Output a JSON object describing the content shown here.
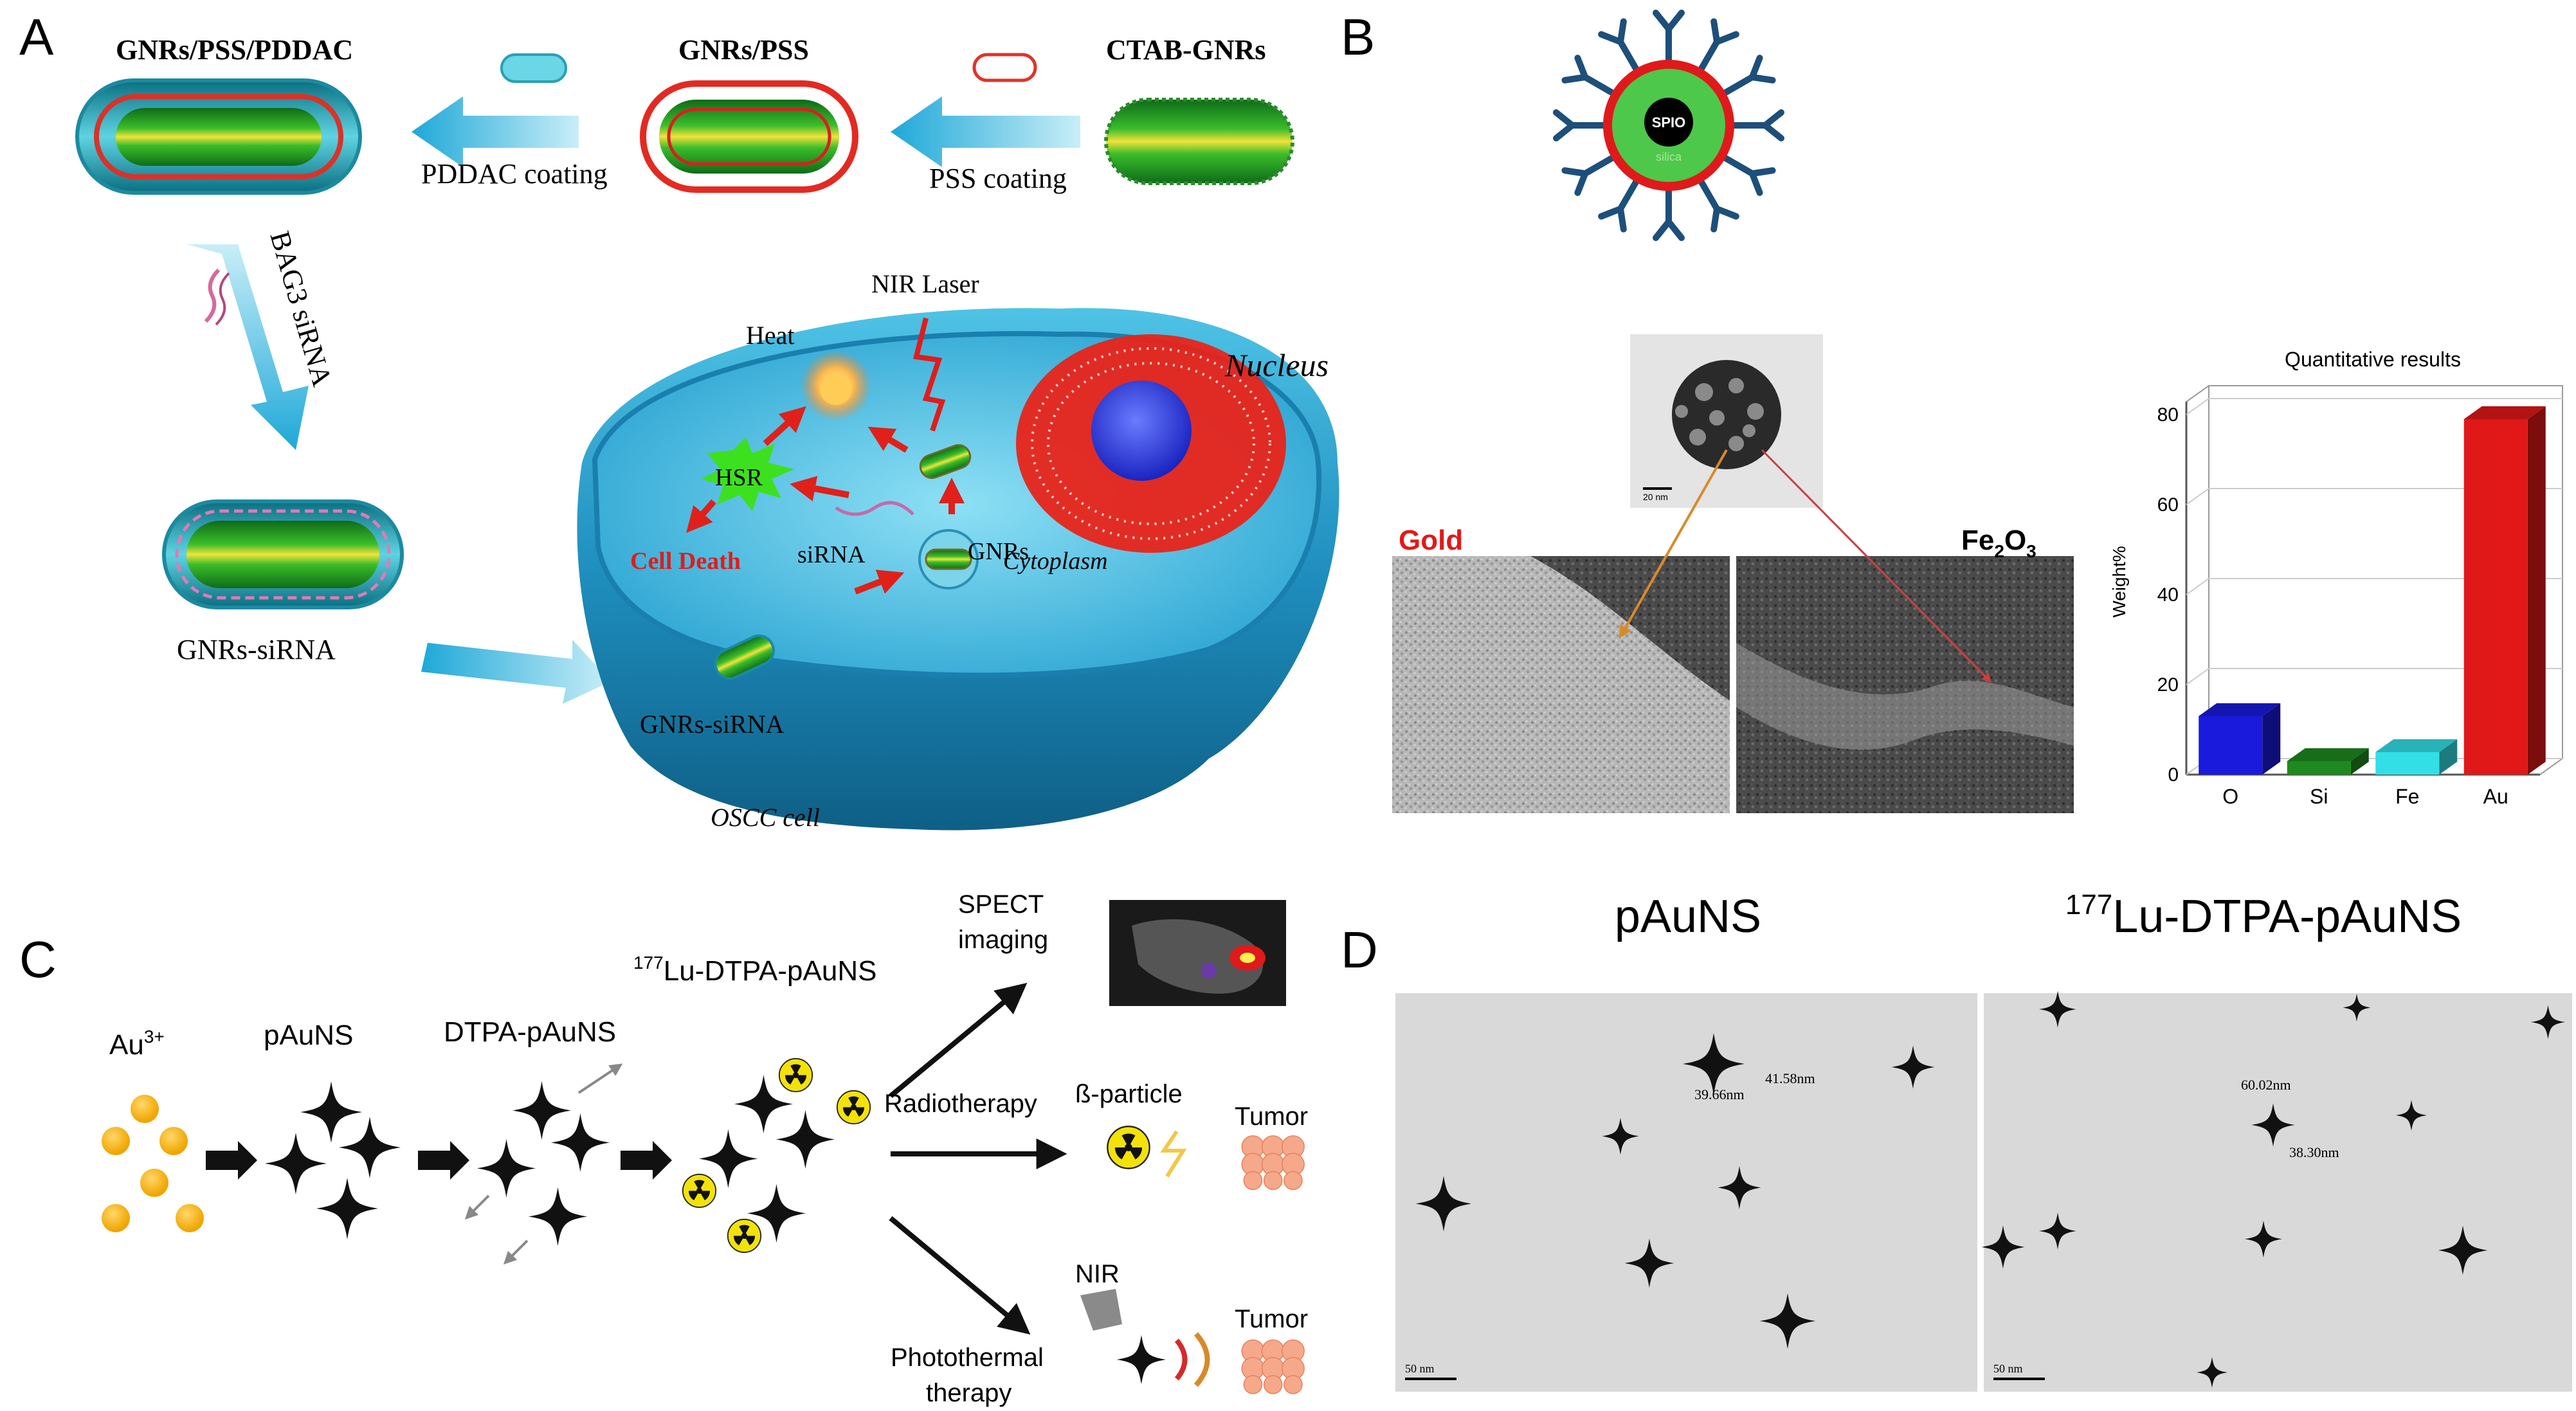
{
  "panel_a": {
    "letter": "A",
    "label_gnrs_pss_pddac": "GNRs/PSS/PDDAC",
    "label_gnrs_pss": "GNRs/PSS",
    "label_ctab_gnrs": "CTAB-GNRs",
    "label_pddac_coating": "PDDAC coating",
    "label_pss_coating": "PSS coating",
    "label_bag3_sirna": "BAG3 siRNA",
    "label_gnrs_sirna": "GNRs-siRNA",
    "label_nir_laser": "NIR Laser",
    "label_heat": "Heat",
    "label_nucleus": "Nucleus",
    "label_hsr": "HSR",
    "label_gnrs": "GNRs",
    "label_sirna": "siRNA",
    "label_cell_death": "Cell Death",
    "label_cytoplasm": "Cytoplasm",
    "label_gnrs_sirna_cell": "GNRs-siRNA",
    "label_oscc_cell": "OSCC cell"
  },
  "panel_b": {
    "letter": "B",
    "label_spio": "SPIO",
    "label_silica": "silica",
    "label_scale_small": "20 nm",
    "label_gold": "Gold",
    "label_fe2o3_main": "Fe",
    "label_fe2o3_sub1": "2",
    "label_fe2o3_mid": "O",
    "label_fe2o3_sub2": "3"
  },
  "chart_data": {
    "type": "bar",
    "title": "Quantitative results",
    "ylabel": "Weight%",
    "xlabel": "",
    "categories": [
      "O",
      "Si",
      "Fe",
      "Au"
    ],
    "values": [
      13,
      3,
      5,
      79
    ],
    "colors": [
      "#1a1adc",
      "#1e8a1e",
      "#33dfe6",
      "#e01818"
    ],
    "ylim": [
      0,
      80
    ],
    "yticks": [
      0,
      20,
      40,
      60,
      80
    ]
  },
  "panel_c": {
    "letter": "C",
    "label_au": "Au",
    "label_au_sup": "3+",
    "label_pausns": "pAuNS",
    "label_dtpa": "DTPA-pAuNS",
    "label_lu_sup": "177",
    "label_lu": "Lu-DTPA-pAuNS",
    "label_spect1": "SPECT",
    "label_spect2": "imaging",
    "label_radiotherapy": "Radiotherapy",
    "label_beta": "ß-particle",
    "label_tumor1": "Tumor",
    "label_nir": "NIR",
    "label_tumor2": "Tumor",
    "label_photothermal1": "Photothermal",
    "label_photothermal2": "therapy"
  },
  "panel_d": {
    "letter": "D",
    "title_left": "pAuNS",
    "title_right_sup": "177",
    "title_right": "Lu-DTPA-pAuNS",
    "meas_1": "41.58nm",
    "meas_2": "39.66nm",
    "meas_3": "60.02nm",
    "meas_4": "38.30nm",
    "scale_left": "50 nm",
    "scale_right": "50 nm"
  }
}
